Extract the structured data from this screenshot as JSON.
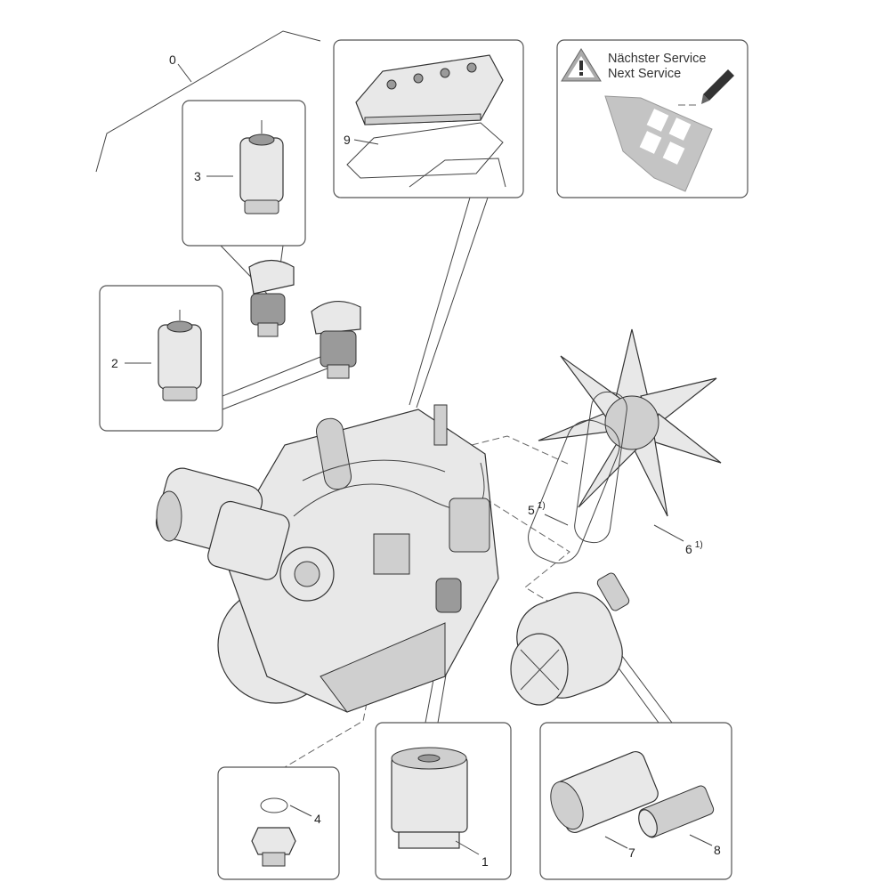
{
  "diagram": {
    "title": "Engine service parts",
    "callouts": {
      "assembly": "0",
      "oil_filter": "1",
      "fuel_filter_2": "2",
      "fuel_filter_3": "3",
      "seal_ring": "4",
      "belt": "5",
      "fan": "6",
      "air_filter_outer": "7",
      "air_filter_inner": "8",
      "gasket": "9",
      "footnote_mark": "1)"
    },
    "service_tag": {
      "line_de": "Nächster Service",
      "line_en": "Next Service",
      "warning_icon": "warning-triangle-icon",
      "pencil_icon": "pencil-icon"
    }
  }
}
